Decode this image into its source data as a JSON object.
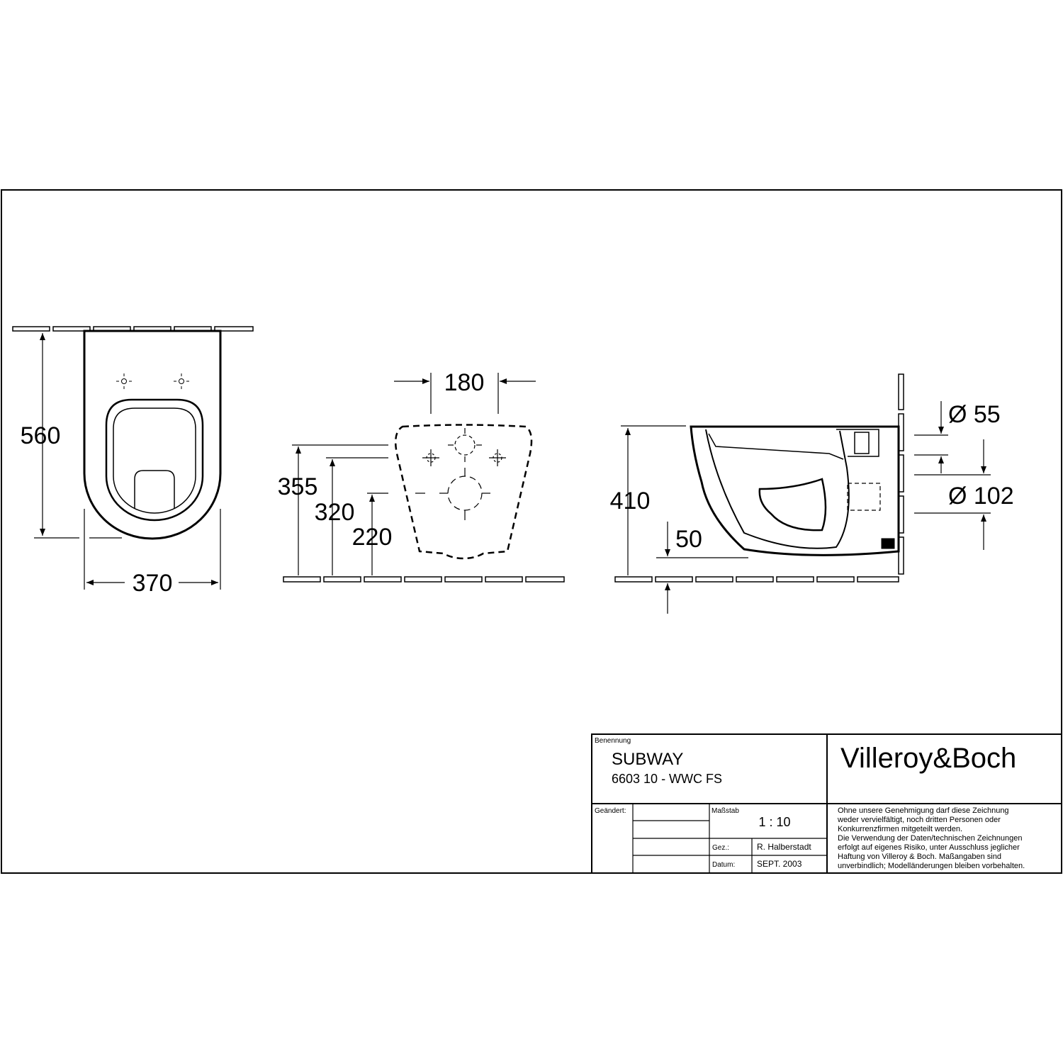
{
  "dimensions": {
    "top_depth": "560",
    "top_width": "370",
    "front_bolt_spacing": "180",
    "front_h_355": "355",
    "front_h_320": "320",
    "front_h_220": "220",
    "side_height": "410",
    "side_offset": "50",
    "side_inlet_dia": "Ø 55",
    "side_outlet_dia": "Ø 102"
  },
  "title_block": {
    "benennung_label": "Benennung",
    "product_name": "SUBWAY",
    "product_code": "6603 10 - WWC FS",
    "brand": "Villeroy&Boch",
    "geaendert_label": "Geändert:",
    "massstab_label": "Maßstab",
    "scale": "1 : 10",
    "gez_label": "Gez.:",
    "drawn_by": "R. Halberstadt",
    "datum_label": "Datum:",
    "date": "SEPT. 2003",
    "notice_lines": [
      "Ohne unsere Genehmigung darf diese Zeichnung",
      "weder vervielfältigt, noch dritten Personen oder",
      "Konkurrenzfirmen mitgeteilt werden.",
      "Die Verwendung der Daten/technischen Zeichnungen",
      "erfolgt auf eigenes Risiko, unter Ausschluss jeglicher",
      "Haftung von Villeroy & Boch. Maßangaben sind",
      "unverbindlich; Modelländerungen bleiben vorbehalten."
    ]
  }
}
